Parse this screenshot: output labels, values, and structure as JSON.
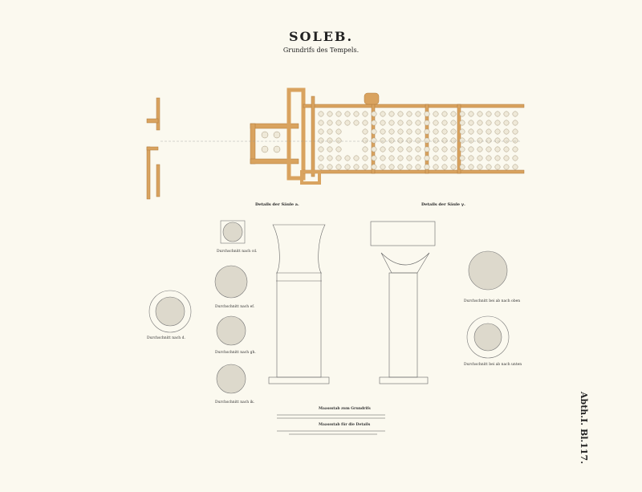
{
  "title": "SOLEB.",
  "subtitle": "Grundrifs des Tempels.",
  "details": {
    "left": "Details der Säule a.",
    "right": "Details der Säule γ."
  },
  "sections": [
    "Durchschnitt nach d.",
    "Durchschnitt nach cd.",
    "Durchschnitt nach ef.",
    "Durchschnitt nach gh.",
    "Durchschnitt nach ik.",
    "Durchschnitt bei ab nach oben",
    "Durchschnitt bei ab nach unten"
  ],
  "scales": {
    "plan": "Maassstab zum Grundrifs",
    "details": "Maassstab für die Details"
  },
  "plate_number": "Abth.I. Bl.117.",
  "colors": {
    "paper": "#fbf9ef",
    "wall": "#d9a35f",
    "ink": "#444444"
  }
}
